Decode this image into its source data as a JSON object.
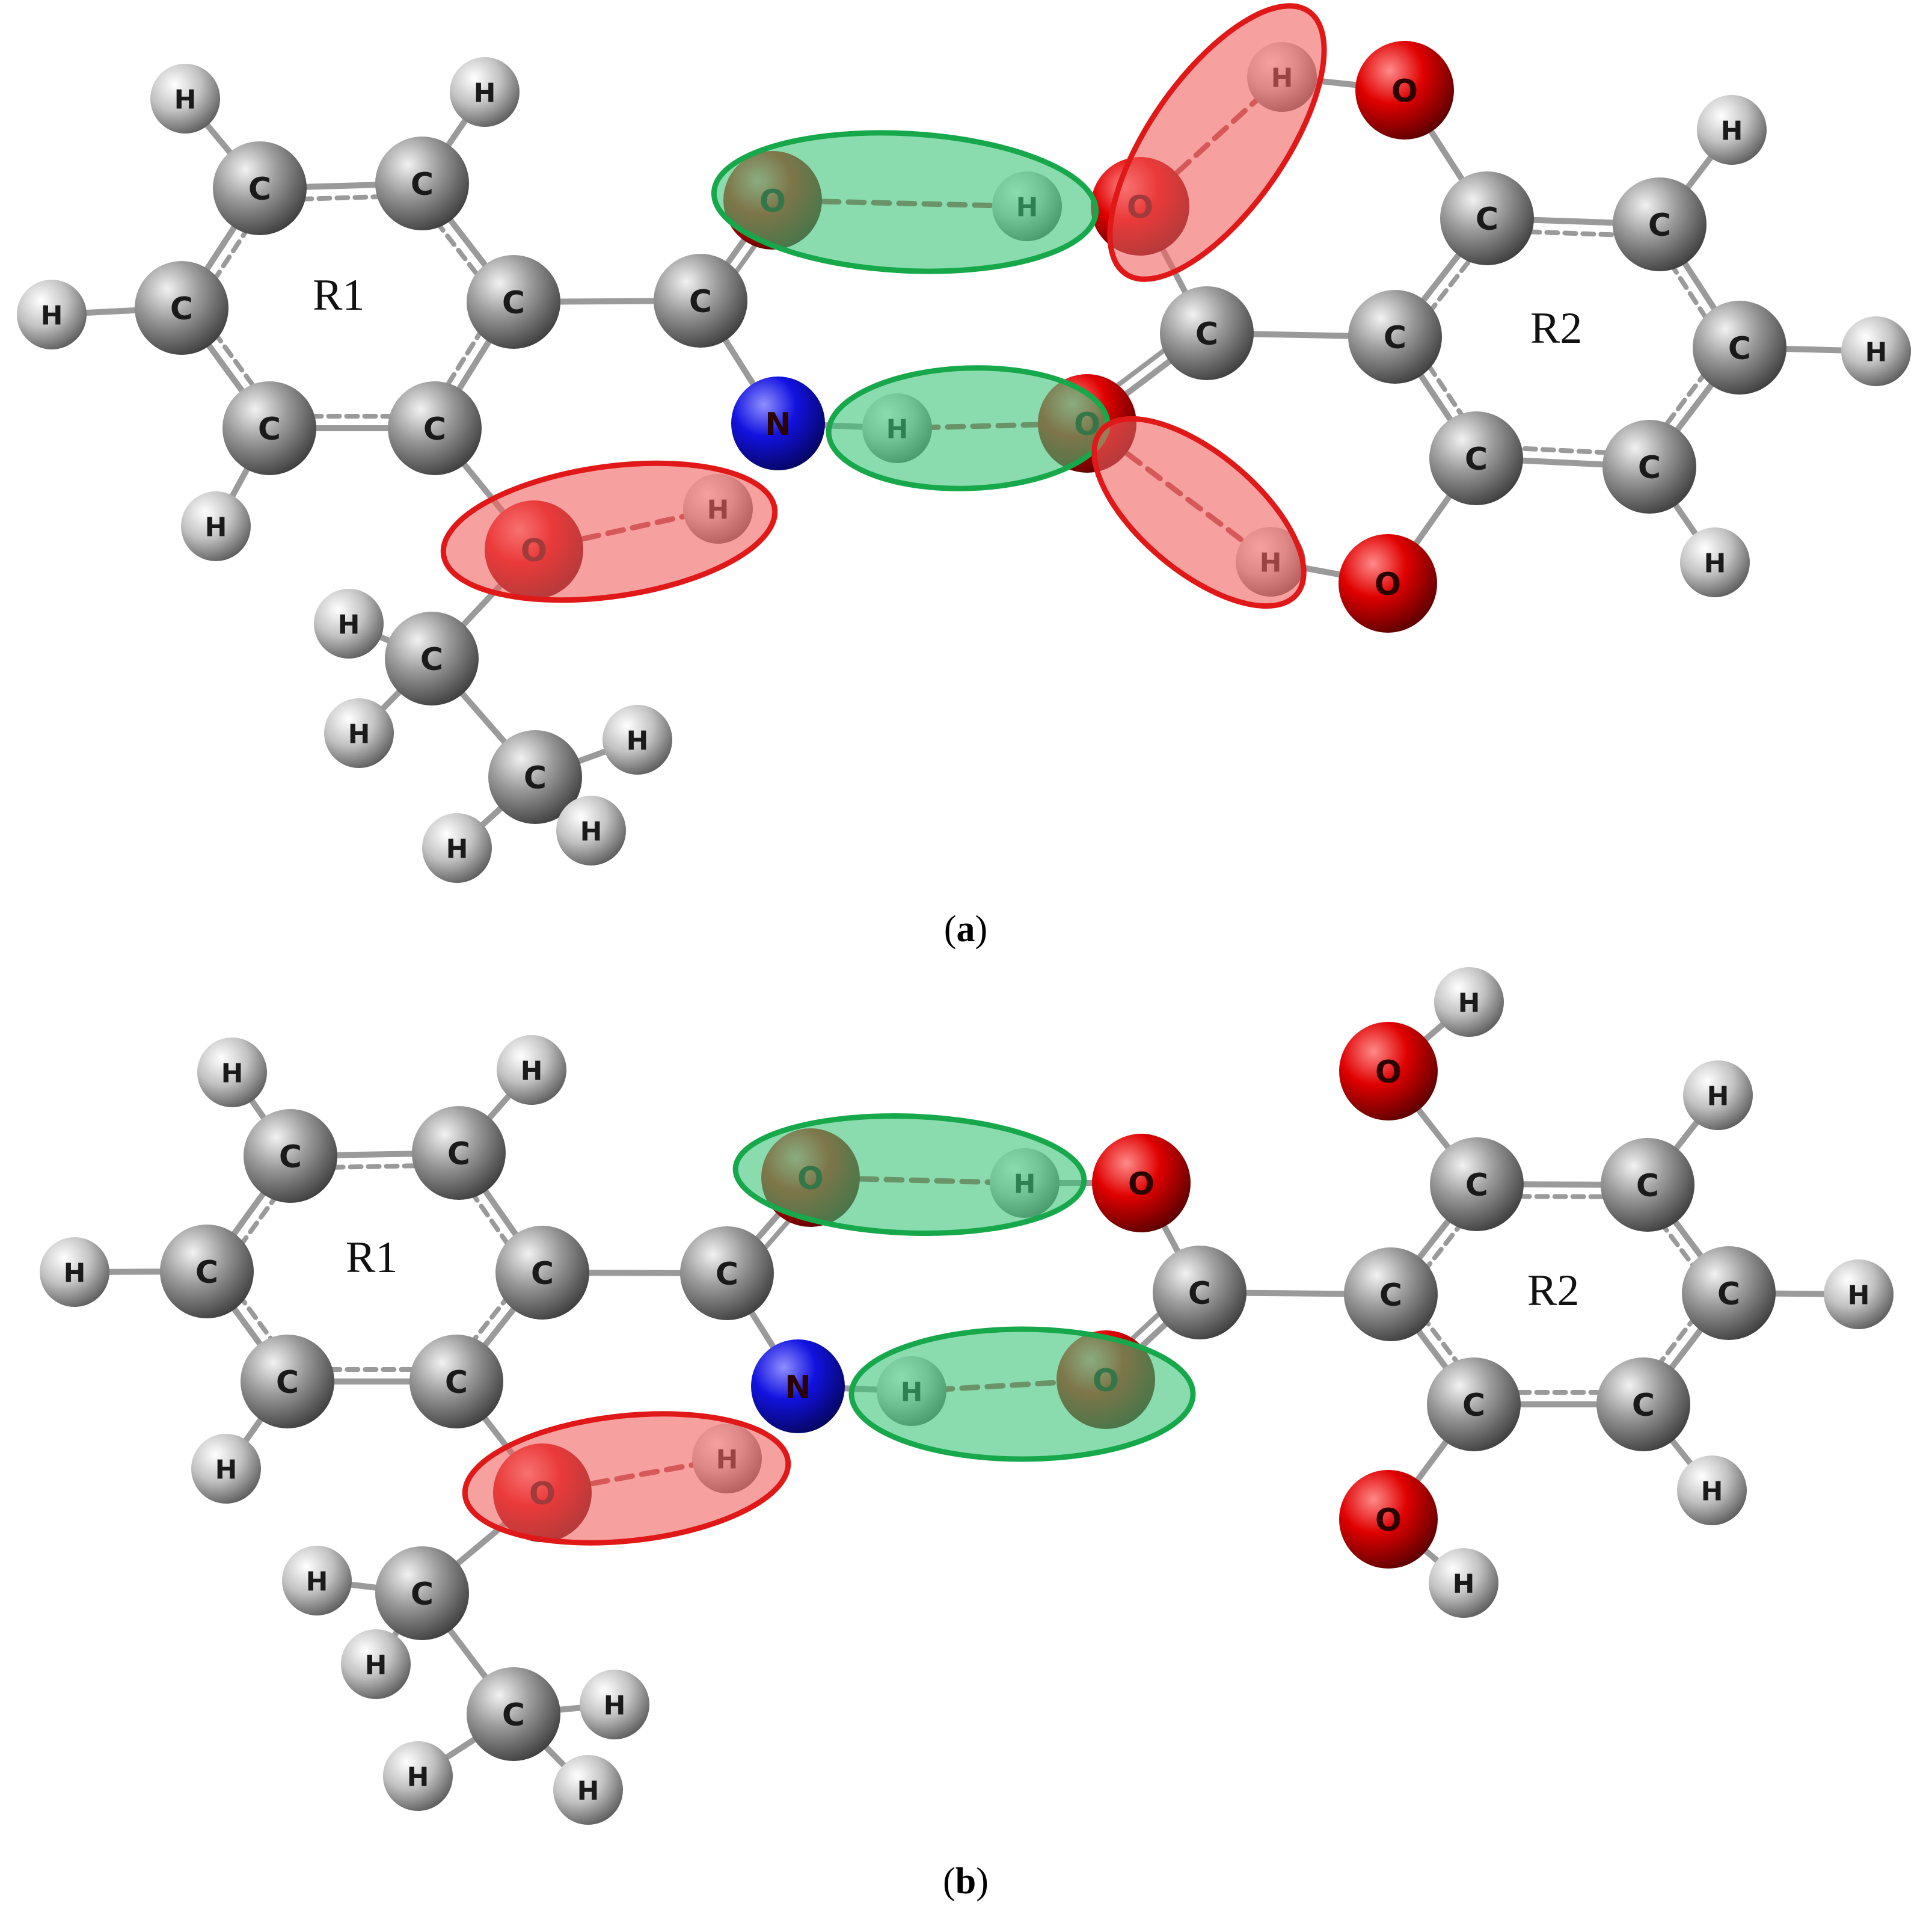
{
  "panels": [
    {
      "caption_open": "(",
      "caption_letter": "a",
      "caption_close": ")",
      "ring_labels": [
        "R1",
        "R2"
      ],
      "atom_symbols": {
        "carbon": "C",
        "hydrogen": "H",
        "oxygen": "O",
        "nitrogen": "N"
      },
      "hbond_highlights": [
        {
          "atoms": "O···H",
          "color": "green"
        },
        {
          "atoms": "H···O",
          "color": "green"
        },
        {
          "atoms": "O···H",
          "color": "red"
        },
        {
          "atoms": "O···H",
          "color": "red"
        },
        {
          "atoms": "O···H",
          "color": "red"
        }
      ]
    },
    {
      "caption_open": "(",
      "caption_letter": "b",
      "caption_close": ")",
      "ring_labels": [
        "R1",
        "R2"
      ],
      "atom_symbols": {
        "carbon": "C",
        "hydrogen": "H",
        "oxygen": "O",
        "nitrogen": "N"
      },
      "hbond_highlights": [
        {
          "atoms": "O···H",
          "color": "green"
        },
        {
          "atoms": "H···O",
          "color": "green"
        },
        {
          "atoms": "O···H",
          "color": "red"
        }
      ]
    }
  ],
  "colors": {
    "carbon": "#8e8e8e",
    "hydrogen": "#c4c4c4",
    "oxygen": "#d90000",
    "nitrogen": "#1a1ad0",
    "bond": "#9a9a9a",
    "highlight_green_fill": "#3cc47a",
    "highlight_green_stroke": "#16a84a",
    "highlight_red_fill": "#f26161",
    "highlight_red_stroke": "#e01818"
  }
}
